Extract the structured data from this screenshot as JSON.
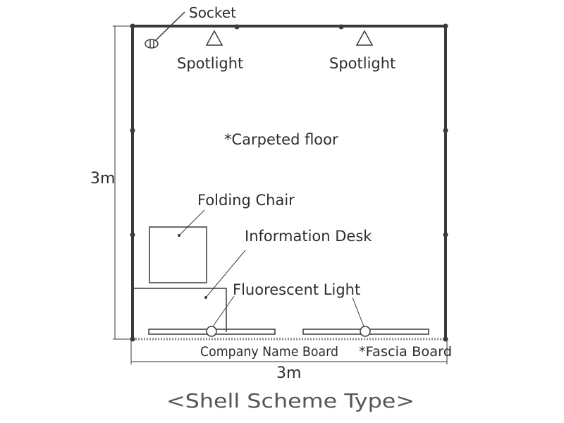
{
  "labels": {
    "socket": "Socket",
    "spotlight_left": "Spotlight",
    "spotlight_right": "Spotlight",
    "carpeted_floor": "*Carpeted floor",
    "folding_chair": "Folding Chair",
    "information_desk": "Information Desk",
    "fluorescent_light": "Fluorescent Light",
    "company_name_board": "Company Name Board",
    "fascia_board": "*Fascia Board"
  },
  "dimensions": {
    "height": "3m",
    "width": "3m"
  },
  "caption": "<Shell Scheme Type>",
  "colors": {
    "stroke": "#3a3a3a",
    "text": "#2d2d2d",
    "caption": "#555555"
  }
}
